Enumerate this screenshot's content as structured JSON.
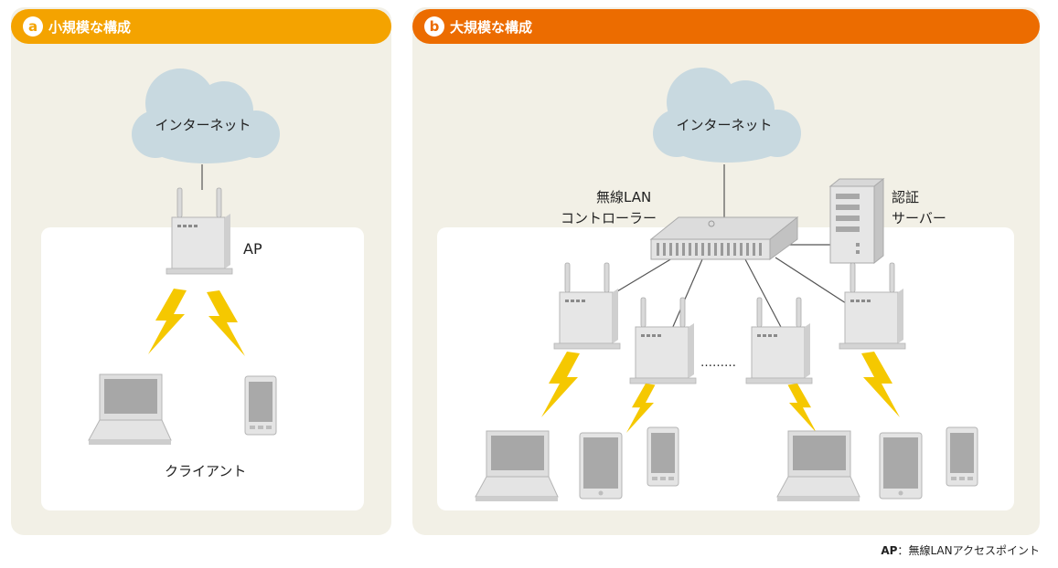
{
  "panel_a": {
    "badge": "a",
    "title": "小規模な構成",
    "color": "#f4a300",
    "cloud_label": "インターネット",
    "ap_label": "AP",
    "client_label": "クライアント"
  },
  "panel_b": {
    "badge": "b",
    "title": "大規模な構成",
    "color": "#ec6c00",
    "cloud_label": "インターネット",
    "controller_label_line1": "無線LAN",
    "controller_label_line2": "コントローラー",
    "server_label_line1": "認証",
    "server_label_line2": "サーバー",
    "ellipsis": "………"
  },
  "legend": {
    "key": "AP",
    "sep": "：",
    "value": "無線LANアクセスポイント"
  },
  "colors": {
    "panel_bg": "#f2f0e6",
    "cloud": "#c8d9e0",
    "bolt": "#f5c800",
    "device": "#e6e6e6",
    "device_dark": "#b9b9b9"
  }
}
